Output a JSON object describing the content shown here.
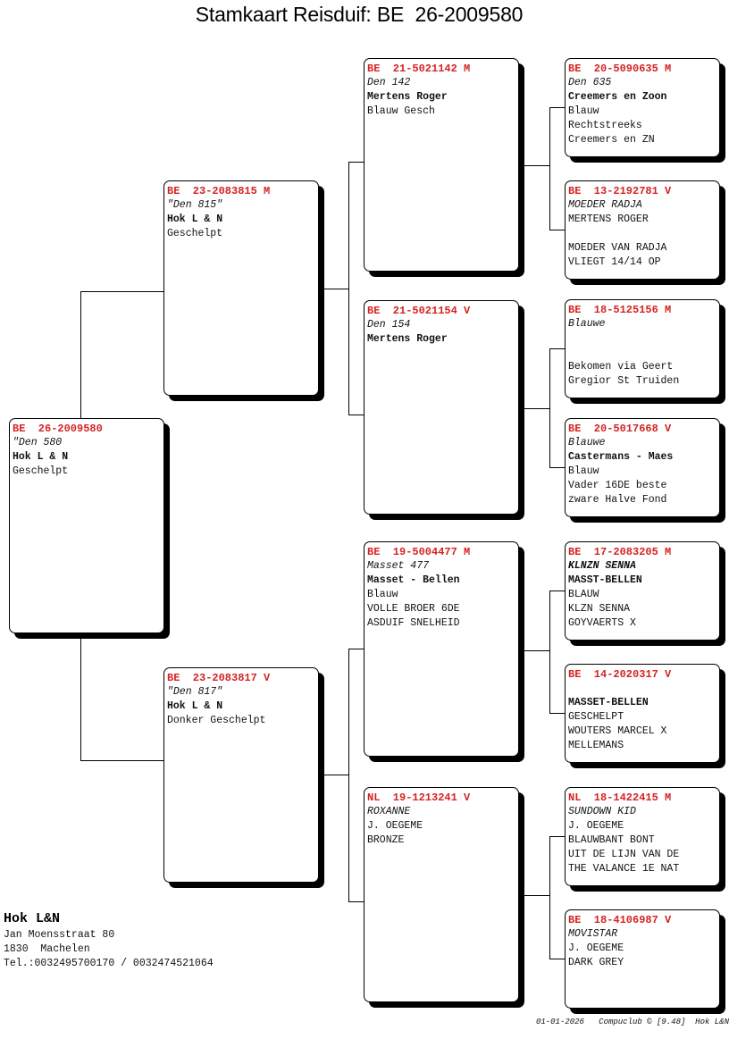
{
  "header": {
    "title": "Stamkaart Reisduif: BE  26-2009580"
  },
  "colors": {
    "ring": "#d42323",
    "text": "#111111",
    "shadow": "#000000"
  },
  "pedigree": {
    "subject": {
      "ring": "BE  26-2009580",
      "lines": [
        "\"Den 580",
        "Hok L & N",
        "Geschelpt"
      ]
    },
    "sire": {
      "ring": "BE  23-2083815 M",
      "lines": [
        "\"Den 815\"",
        "Hok L & N",
        "Geschelpt"
      ]
    },
    "dam": {
      "ring": "BE  23-2083817 V",
      "lines": [
        "\"Den 817\"",
        "Hok L & N",
        "Donker Geschelpt"
      ]
    },
    "sire_sire": {
      "ring": "BE  21-5021142 M",
      "lines": [
        "Den 142",
        "Mertens Roger",
        "Blauw Gesch"
      ]
    },
    "sire_dam": {
      "ring": "BE  21-5021154 V",
      "lines": [
        "Den 154",
        "Mertens Roger"
      ]
    },
    "dam_sire": {
      "ring": "BE  19-5004477 M",
      "lines": [
        "Masset 477",
        "Masset - Bellen",
        "Blauw",
        "VOLLE BROER 6DE",
        "ASDUIF SNELHEID"
      ]
    },
    "dam_dam": {
      "ring": "NL  19-1213241 V",
      "lines": [
        "ROXANNE",
        "J. OEGEME",
        "BRONZE"
      ]
    },
    "ss_sire": {
      "ring": "BE  20-5090635 M",
      "lines": [
        "Den 635",
        "Creemers en Zoon",
        "Blauw",
        "Rechtstreeks",
        "Creemers en ZN"
      ]
    },
    "ss_dam": {
      "ring": "BE  13-2192781 V",
      "lines": [
        "MOEDER RADJA",
        "MERTENS ROGER",
        "",
        "MOEDER VAN RADJA",
        "VLIEGT 14/14 OP"
      ]
    },
    "sd_sire": {
      "ring": "BE  18-5125156 M",
      "lines": [
        "Blauwe",
        "",
        "",
        "Bekomen via Geert",
        "Gregior St Truiden"
      ]
    },
    "sd_dam": {
      "ring": "BE  20-5017668 V",
      "lines": [
        "Blauwe",
        "Castermans - Maes",
        "Blauw",
        "Vader 16DE beste",
        "zware Halve Fond"
      ]
    },
    "ds_sire": {
      "ring": "BE  17-2083205 M",
      "lines": [
        "KLNZN SENNA",
        "MASST-BELLEN",
        "BLAUW",
        "KLZN SENNA",
        "GOYVAERTS X"
      ]
    },
    "ds_dam": {
      "ring": "BE  14-2020317 V",
      "lines": [
        "",
        "MASSET-BELLEN",
        "GESCHELPT",
        "WOUTERS MARCEL X",
        "MELLEMANS"
      ]
    },
    "dd_sire": {
      "ring": "NL  18-1422415 M",
      "lines": [
        "SUNDOWN KID",
        "J. OEGEME",
        "BLAUWBANT BONT",
        "UIT DE LIJN VAN DE",
        "THE VALANCE 1E NAT"
      ]
    },
    "dd_dam": {
      "ring": "BE  18-4106987 V",
      "lines": [
        "MOVISTAR",
        "J. OEGEME",
        "DARK GREY"
      ]
    }
  },
  "owner": {
    "name": "Hok L&N",
    "street": "Jan Moensstraat 80",
    "city": "1830  Machelen",
    "phone": "Tel.:0032495700170 / 0032474521064"
  },
  "footer": {
    "text": "01-01-2026   Compuclub © [9.48]  Hok L&N"
  }
}
